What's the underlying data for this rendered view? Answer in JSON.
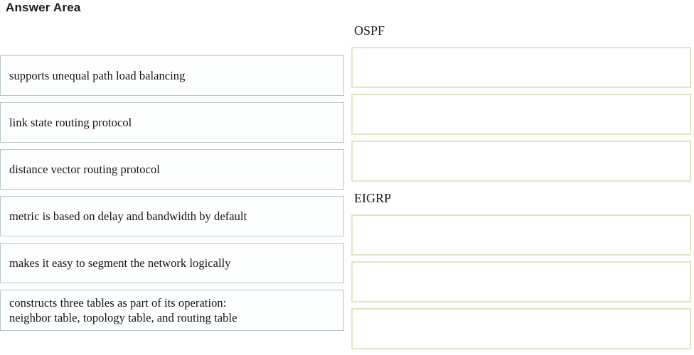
{
  "page": {
    "title": "Answer Area",
    "colors": {
      "option_border": "#b6c8cc",
      "option_background": "#fdfefe",
      "dropzone_border": "#e4e4c2",
      "dropzone_background": "#ffffff",
      "text": "#141414",
      "page_background": "#ffffff"
    }
  },
  "options": {
    "items": [
      {
        "label": "supports unequal path load balancing"
      },
      {
        "label": "link state routing protocol"
      },
      {
        "label": "distance vector routing protocol"
      },
      {
        "label": "metric is based on delay and bandwidth by default"
      },
      {
        "label": "makes it easy to segment the network logically"
      },
      {
        "label": "constructs three tables as part of its operation:\nneighbor table, topology table, and routing table"
      }
    ]
  },
  "targets": {
    "groups": [
      {
        "name": "OSPF",
        "slots": [
          {
            "value": ""
          },
          {
            "value": ""
          },
          {
            "value": ""
          }
        ]
      },
      {
        "name": "EIGRP",
        "slots": [
          {
            "value": ""
          },
          {
            "value": ""
          },
          {
            "value": ""
          }
        ]
      }
    ]
  }
}
